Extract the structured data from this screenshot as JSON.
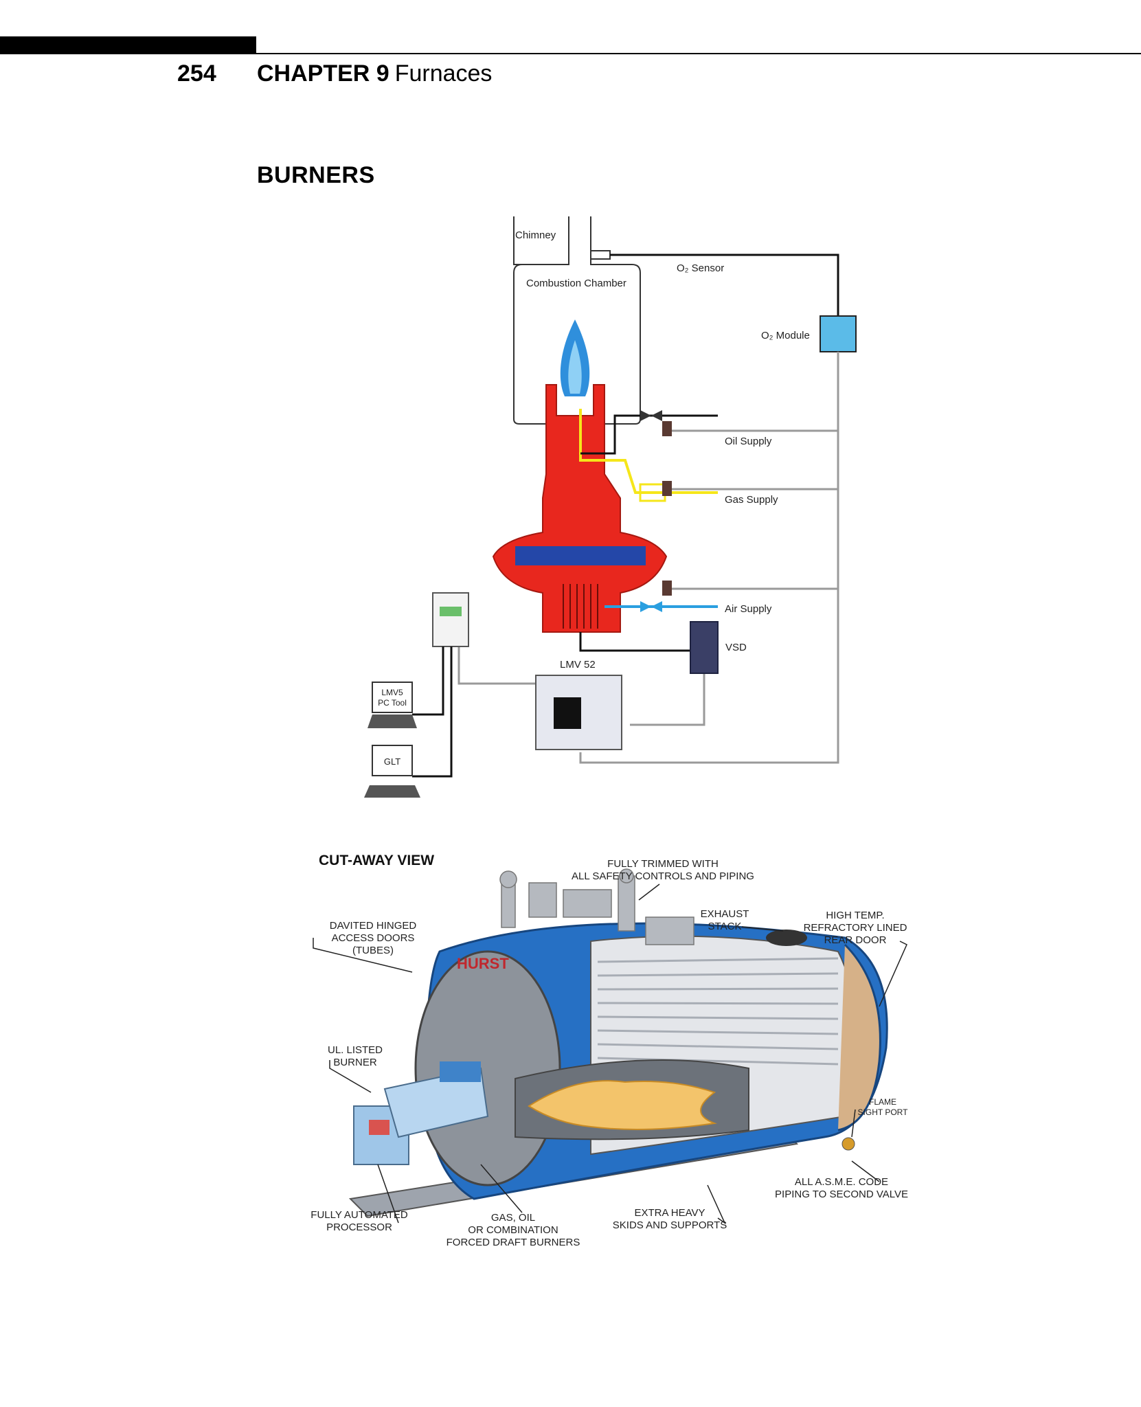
{
  "header": {
    "page_number": "254",
    "chapter_label": "CHAPTER 9",
    "chapter_name": "Furnaces"
  },
  "section": {
    "title": "BURNERS"
  },
  "figure1": {
    "labels": {
      "chimney": "Chimney",
      "o2_sensor": "O₂ Sensor",
      "combustion_chamber": "Combustion Chamber",
      "o2_module": "O₂ Module",
      "oil_supply": "Oil Supply",
      "gas_supply": "Gas Supply",
      "air_supply": "Air Supply",
      "vsd": "VSD",
      "lmv52": "LMV 52",
      "pc_tool_line1": "LMV5",
      "pc_tool_line2": "PC Tool",
      "glt": "GLT"
    },
    "colors": {
      "burner": "#e8271e",
      "flame": "#2f8fdc",
      "gas_line": "#f5e61a",
      "air_line": "#2a9fe0",
      "o2_module": "#5bbbe8",
      "wire": "#9a9a9a"
    }
  },
  "figure2": {
    "title": "CUT-AWAY VIEW",
    "brand": "HURST",
    "callouts": {
      "fully_trimmed": [
        "FULLY TRIMMED WITH",
        "ALL SAFETY CONTROLS AND PIPING"
      ],
      "davited": [
        "DAVITED HINGED",
        "ACCESS DOORS",
        "(TUBES)"
      ],
      "exhaust": [
        "EXHAUST",
        "STACK"
      ],
      "rear_door": [
        "HIGH TEMP.",
        "REFRACTORY LINED",
        "REAR DOOR"
      ],
      "ul_burner": [
        "UL. LISTED",
        "BURNER"
      ],
      "flame_port": [
        "FLAME",
        "SIGHT PORT"
      ],
      "asme": [
        "ALL A.S.M.E. CODE",
        "PIPING TO SECOND VALVE"
      ],
      "processor": [
        "FULLY AUTOMATED",
        "PROCESSOR"
      ],
      "burners": [
        "GAS, OIL",
        "OR COMBINATION",
        "FORCED DRAFT BURNERS"
      ],
      "skids": [
        "EXTRA HEAVY",
        "SKIDS AND SUPPORTS"
      ]
    }
  }
}
